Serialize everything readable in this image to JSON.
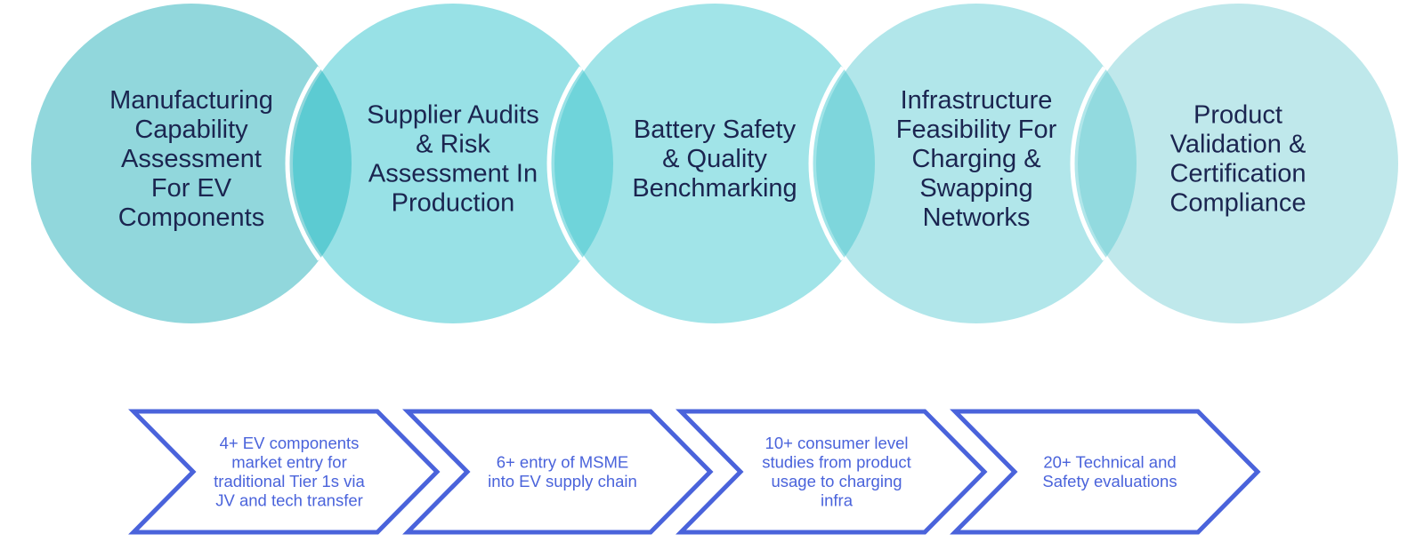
{
  "colors": {
    "circle_fills": [
      "#91d7dc",
      "#98e1e6",
      "#a1e4e8",
      "#b1e6ea",
      "#bfe8eb"
    ],
    "overlap_fills": [
      "#5ccbd2",
      "#6fd4da",
      "#7ed6dc",
      "#92dadf"
    ],
    "circle_text": "#1b2550",
    "chevron_stroke": "#4a63db",
    "chevron_text": "#4a63db"
  },
  "circles": [
    {
      "lines": [
        "Manufacturing",
        "Capability",
        "Assessment",
        "For EV",
        "Components"
      ]
    },
    {
      "lines": [
        "Supplier Audits",
        "& Risk",
        "Assessment In",
        "Production"
      ]
    },
    {
      "lines": [
        "Battery Safety",
        "& Quality",
        "Benchmarking"
      ]
    },
    {
      "lines": [
        "Infrastructure",
        "Feasibility For",
        "Charging &",
        "Swapping",
        "Networks"
      ]
    },
    {
      "lines": [
        "Product",
        "Validation &",
        "Certification",
        "Compliance"
      ]
    }
  ],
  "chevrons": [
    {
      "lines": [
        "4+ EV components",
        "market entry for",
        "traditional Tier 1s via",
        "JV and tech transfer"
      ]
    },
    {
      "lines": [
        "6+ entry of MSME",
        "into EV supply chain"
      ]
    },
    {
      "lines": [
        "10+ consumer level",
        "studies from product",
        "usage to charging",
        "infra"
      ]
    },
    {
      "lines": [
        "20+ Technical and",
        "Safety evaluations"
      ]
    }
  ]
}
